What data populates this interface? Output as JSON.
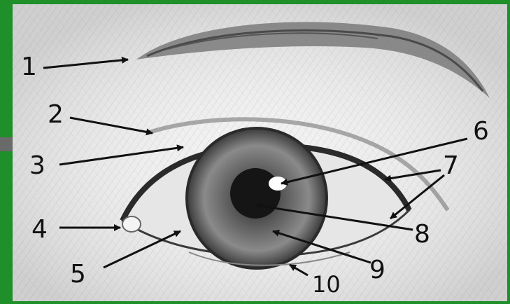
{
  "frame": {
    "background": "#1f8f2a",
    "panel": "#efefef"
  },
  "labels": [
    "1",
    "2",
    "3",
    "4",
    "5",
    "6",
    "7",
    "8",
    "9",
    "10"
  ]
}
